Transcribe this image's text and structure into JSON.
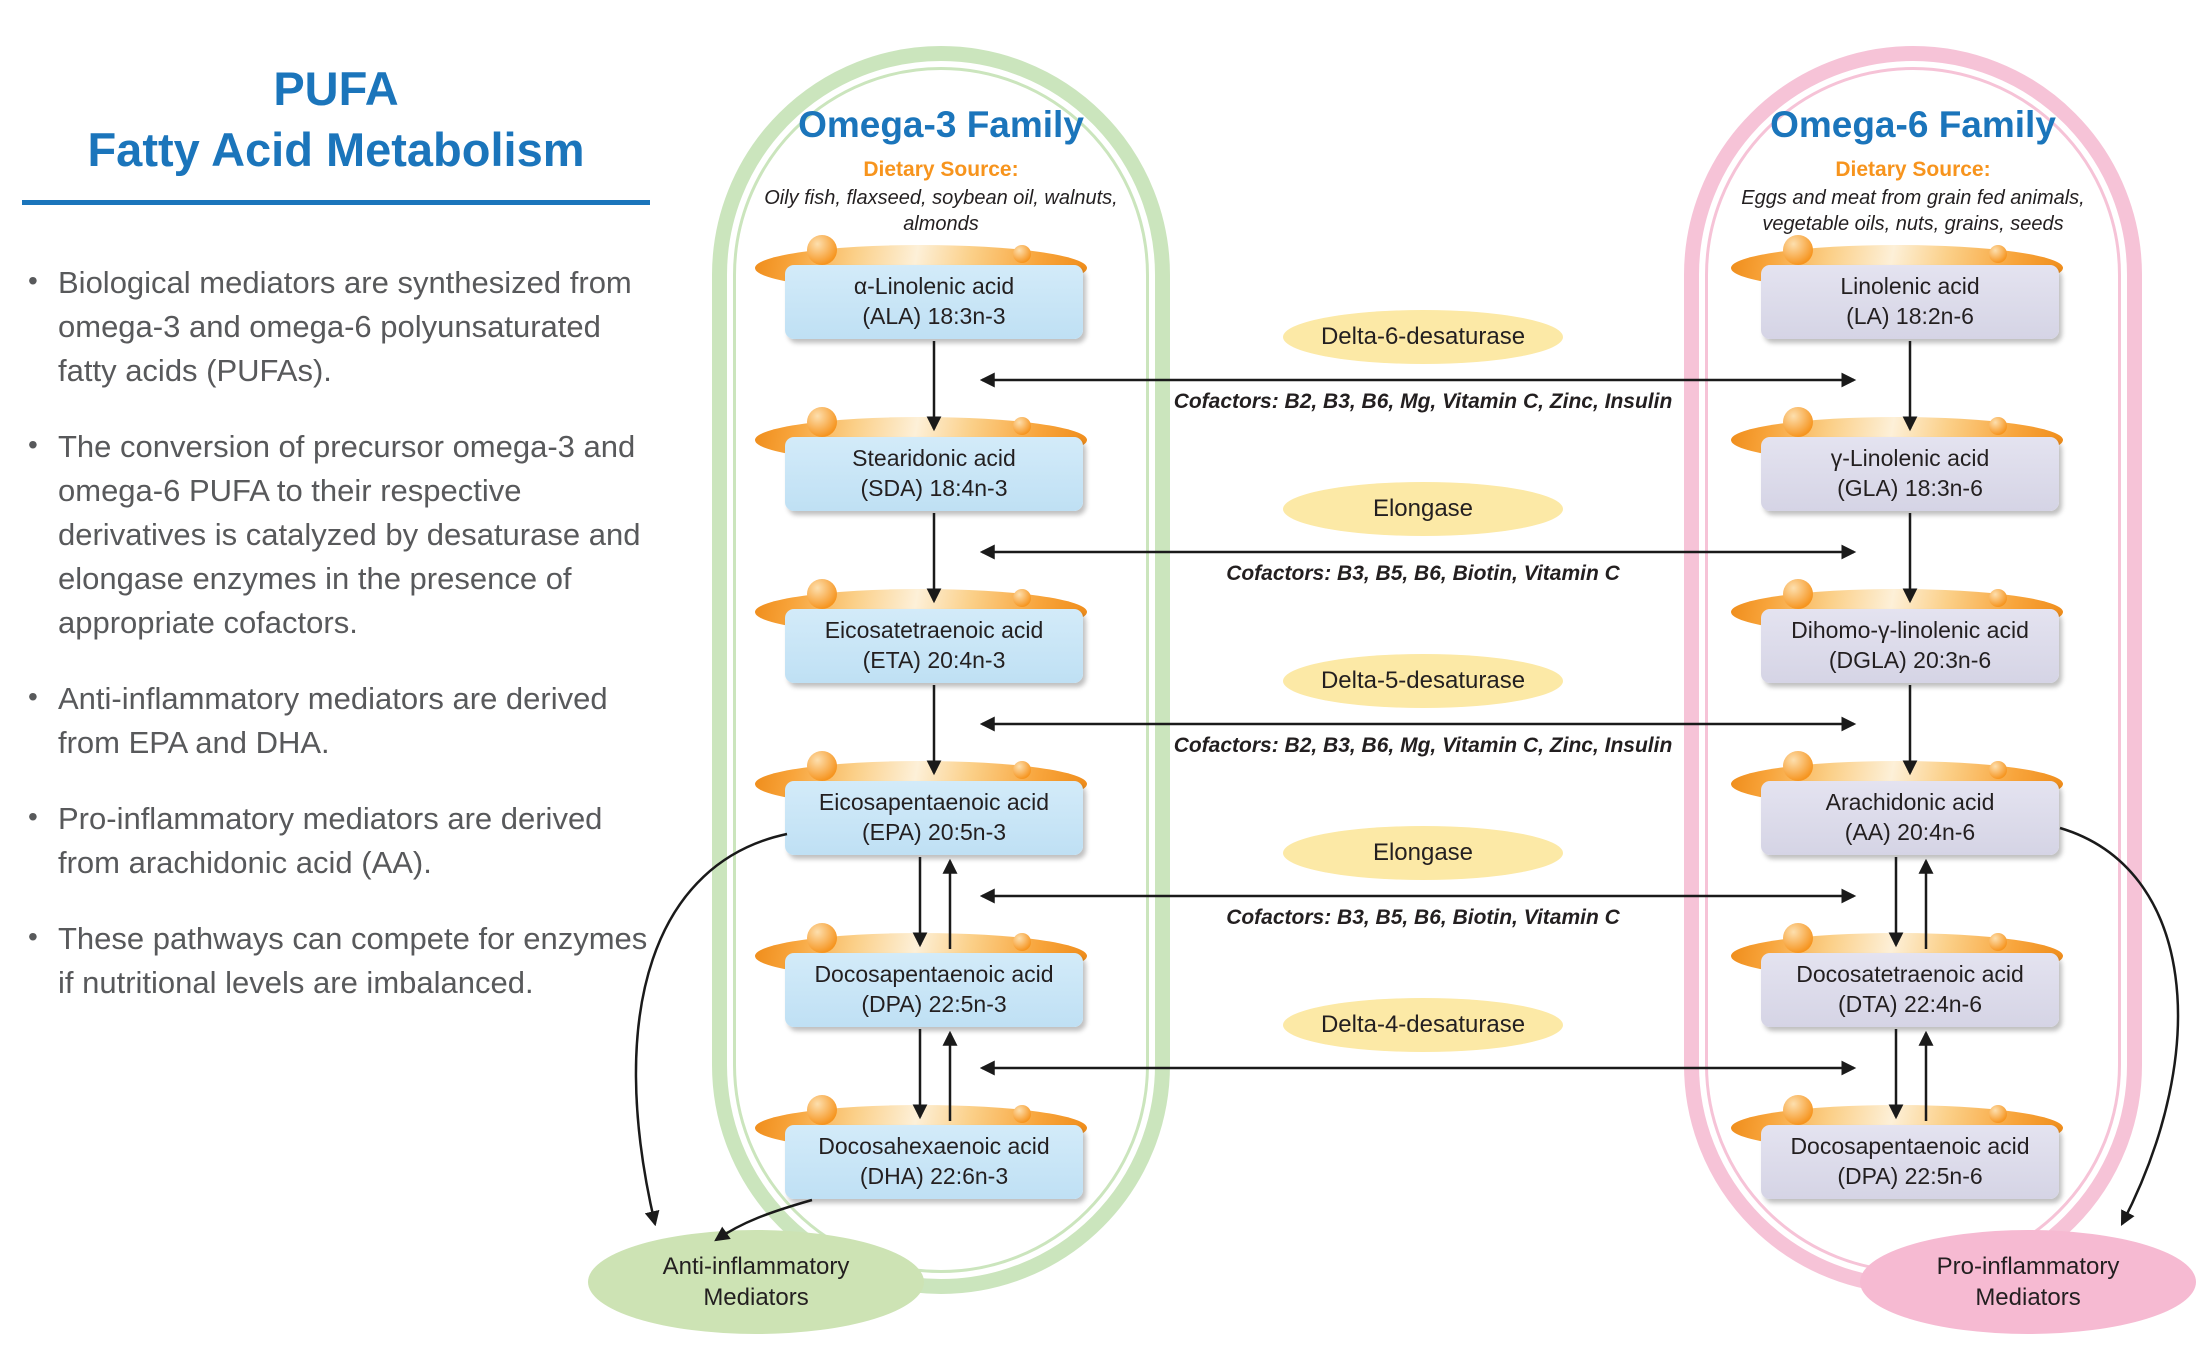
{
  "page": {
    "title_line1": "PUFA",
    "title_line2": "Fatty Acid Metabolism",
    "bullets": [
      "Biological mediators are synthesized from omega-3 and omega-6 polyunsaturated fatty acids (PUFAs).",
      "The conversion of precursor omega-3 and omega-6 PUFA to their respective derivatives is catalyzed by desaturase and elongase enzymes in the presence of appropriate cofactors.",
      "Anti-inflammatory mediators are derived from EPA and DHA.",
      "Pro-inflammatory mediators are derived from arachidonic acid (AA).",
      "These pathways can compete for enzymes if nutritional levels are imbalanced."
    ]
  },
  "omega3": {
    "title": "Omega-3 Family",
    "dietary_source_label": "Dietary Source:",
    "dietary_source": "Oily fish, flaxseed, soybean oil, walnuts, almonds",
    "compounds": [
      {
        "name": "α-Linolenic acid",
        "abbr": "(ALA) 18:3n-3"
      },
      {
        "name": "Stearidonic acid",
        "abbr": "(SDA) 18:4n-3"
      },
      {
        "name": "Eicosatetraenoic acid",
        "abbr": "(ETA) 20:4n-3"
      },
      {
        "name": "Eicosapentaenoic acid",
        "abbr": "(EPA) 20:5n-3"
      },
      {
        "name": "Docosapentaenoic acid",
        "abbr": "(DPA) 22:5n-3"
      },
      {
        "name": "Docosahexaenoic acid",
        "abbr": "(DHA) 22:6n-3"
      }
    ],
    "mediator": "Anti-inflammatory Mediators"
  },
  "omega6": {
    "title": "Omega-6 Family",
    "dietary_source_label": "Dietary Source:",
    "dietary_source": "Eggs and meat from grain fed animals, vegetable oils, nuts, grains, seeds",
    "compounds": [
      {
        "name": "Linolenic acid",
        "abbr": "(LA) 18:2n-6"
      },
      {
        "name": "γ-Linolenic acid",
        "abbr": "(GLA) 18:3n-6"
      },
      {
        "name": "Dihomo-γ-linolenic acid",
        "abbr": "(DGLA) 20:3n-6"
      },
      {
        "name": "Arachidonic acid",
        "abbr": "(AA) 20:4n-6"
      },
      {
        "name": "Docosatetraenoic acid",
        "abbr": "(DTA) 22:4n-6"
      },
      {
        "name": "Docosapentaenoic acid",
        "abbr": "(DPA) 22:5n-6"
      }
    ],
    "mediator": "Pro-inflammatory Mediators"
  },
  "enzymes": [
    {
      "name": "Delta-6-desaturase",
      "cofactors": "Cofactors: B2, B3, B6, Mg, Vitamin C, Zinc, Insulin"
    },
    {
      "name": "Elongase",
      "cofactors": "Cofactors: B3, B5, B6, Biotin, Vitamin C"
    },
    {
      "name": "Delta-5-desaturase",
      "cofactors": "Cofactors: B2, B3, B6, Mg, Vitamin C, Zinc, Insulin"
    },
    {
      "name": "Elongase",
      "cofactors": "Cofactors: B3, B5, B6, Biotin, Vitamin C"
    },
    {
      "name": "Delta-4-desaturase",
      "cofactors": ""
    }
  ],
  "colors": {
    "title-blue": "#1b75bb",
    "orange": "#f7941d",
    "text-gray": "#58595b",
    "o3-ring": "#cbe5bd",
    "o6-ring": "#f6c3d7",
    "enzyme-yellow": "#fce9a6",
    "anti-green": "#cde3b4",
    "pro-pink": "#f6bad2",
    "arrow": "#1a1a1a"
  }
}
